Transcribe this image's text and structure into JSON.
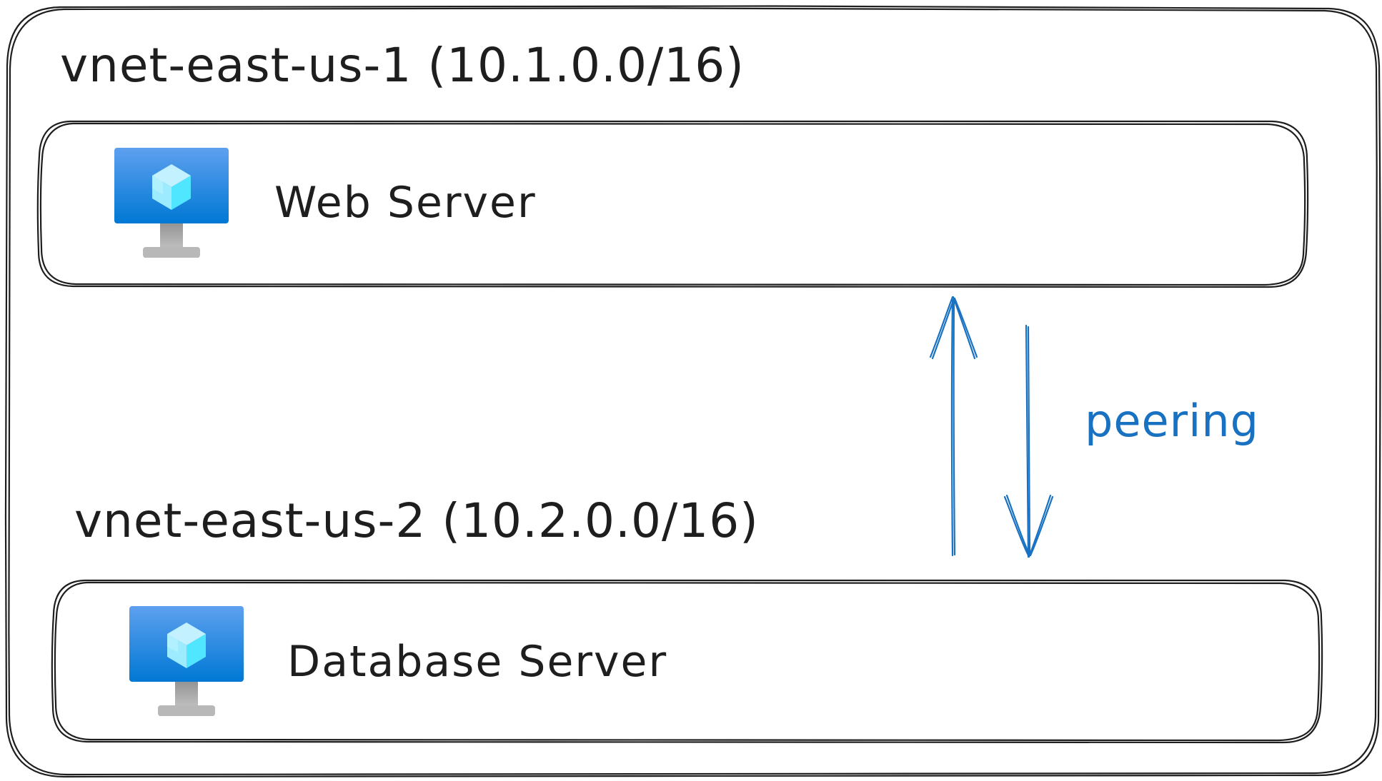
{
  "vnet1": {
    "label": "vnet-east-us-1 (10.1.0.0/16)"
  },
  "vnet2": {
    "label": "vnet-east-us-2 (10.2.0.0/16)"
  },
  "web_server": {
    "label": "Web Server",
    "icon": "azure-virtual-machine-icon"
  },
  "database_server": {
    "label": "Database Server",
    "icon": "azure-virtual-machine-icon"
  },
  "connection": {
    "label": "peering",
    "color": "#1971c2"
  },
  "colors": {
    "stroke": "#1e1e1e",
    "monitor_top": "#5ea0ef",
    "monitor_bottom": "#0078d4",
    "stand": "#a0a0a0",
    "cube_light": "#9cebff",
    "cube_mid": "#50e6ff",
    "cube_dark": "#c3f1ff"
  }
}
